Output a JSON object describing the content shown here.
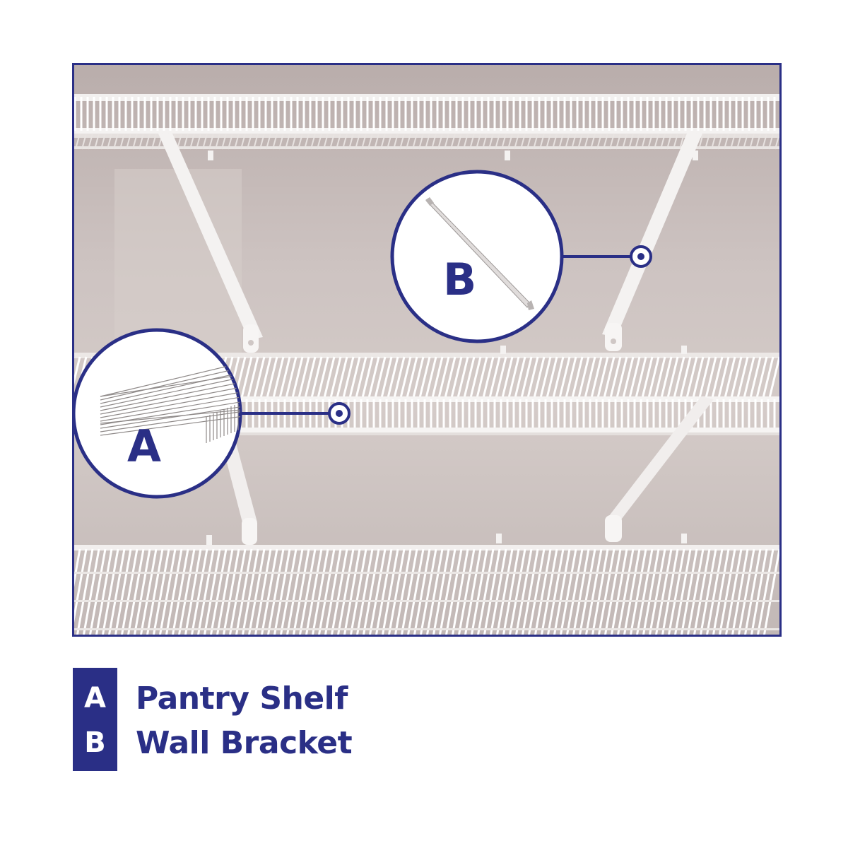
{
  "callouts": [
    {
      "letter": "A",
      "part": "pantry-shelf"
    },
    {
      "letter": "B",
      "part": "wall-bracket"
    }
  ],
  "legend": {
    "items": [
      {
        "key": "A",
        "label": "Pantry Shelf"
      },
      {
        "key": "B",
        "label": "Wall Bracket"
      }
    ]
  },
  "colors": {
    "accent": "#2a2f86",
    "wall": "#c9bebb",
    "wire": "#ffffff",
    "background": "#ffffff"
  }
}
